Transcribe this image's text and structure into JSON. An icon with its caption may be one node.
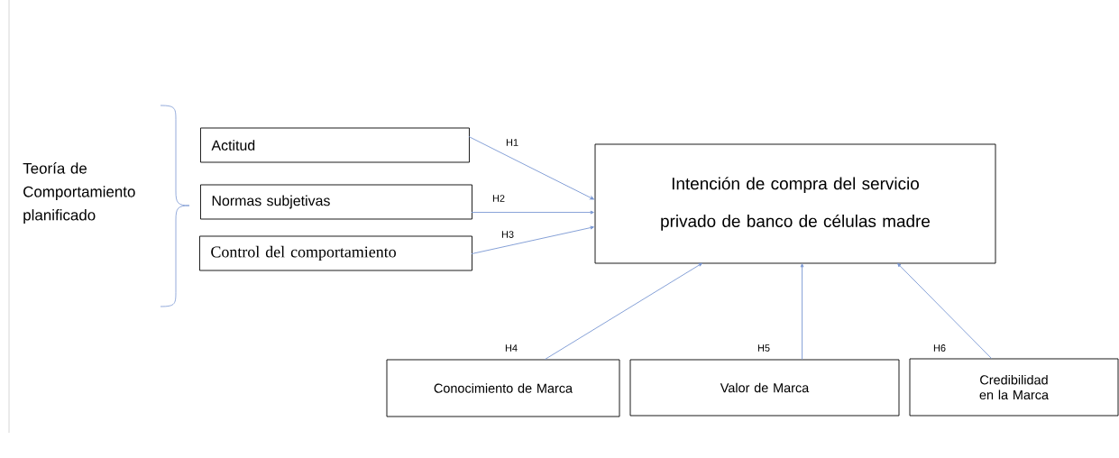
{
  "diagram": {
    "nodes": [
      {
        "text": [
          "Actitud"
        ]
      },
      {
        "text": [
          "Normas subjetivas"
        ]
      },
      {
        "text": [
          "Control del comportamiento"
        ]
      },
      {
        "text": [
          "Intención de compra del servicio privado de banco de células madre"
        ]
      },
      {
        "text": [
          "Conocimiento de Marca"
        ]
      },
      {
        "text": [
          "Valor de Marca"
        ]
      },
      {
        "text": [
          "Credibilidad en la Marca"
        ]
      }
    ],
    "edges": [
      {
        "from": 0,
        "to": 3,
        "arrow": "to",
        "label": "H1"
      },
      {
        "from": 1,
        "to": 3,
        "arrow": "to",
        "label": "H2"
      },
      {
        "from": 2,
        "to": 3,
        "arrow": "to",
        "label": "H3"
      },
      {
        "from": 4,
        "to": 3,
        "arrow": "to",
        "label": "H4"
      },
      {
        "from": 5,
        "to": 3,
        "arrow": "to",
        "label": "H5"
      },
      {
        "from": 6,
        "to": 3,
        "arrow": "to",
        "label": "H6"
      }
    ],
    "labels": [
      "Teoría de Comportamiento planificado"
    ]
  }
}
